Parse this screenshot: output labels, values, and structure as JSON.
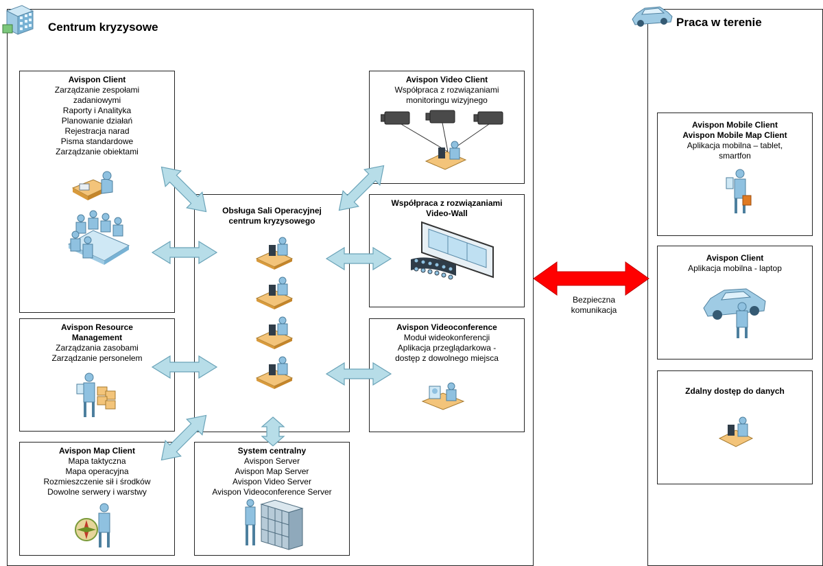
{
  "regions": {
    "centrum": {
      "title": "Centrum kryzysowe",
      "icon": "building-icon"
    },
    "teren": {
      "title": "Praca w terenie",
      "icon": "car-icon"
    }
  },
  "boxes": {
    "client": {
      "title": "Avispon Client",
      "lines": [
        "Zarządzanie zespołami",
        "zadaniowymi",
        "Raporty i Analityka",
        "Planowanie działań",
        "Rejestracja narad",
        "Pisma standardowe",
        "Zarządzanie obiektami"
      ]
    },
    "resource": {
      "title_lines": [
        "Avispon Resource",
        "Management"
      ],
      "lines": [
        "Zarządzania zasobami",
        "Zarządzanie personelem"
      ]
    },
    "map": {
      "title": "Avispon Map Client",
      "lines": [
        "Mapa taktyczna",
        "Mapa operacyjna",
        "Rozmieszczenie sił i środków",
        "Dowolne serwery i warstwy"
      ]
    },
    "center": {
      "title_lines": [
        "Obsługa Sali Operacyjnej",
        "centrum kryzysowego"
      ]
    },
    "system": {
      "title": "System centralny",
      "lines": [
        "Avispon Server",
        "Avispon Map Server",
        "Avispon Video Server",
        "Avispon Videoconference Server"
      ]
    },
    "video": {
      "title": "Avispon Video Client",
      "lines": [
        "Współpraca z rozwiązaniami",
        "monitoringu wizyjnego"
      ]
    },
    "wall": {
      "title_lines": [
        "Współpraca z rozwiązaniami",
        "Video-Wall"
      ]
    },
    "vconf": {
      "title": "Avispon Videoconference",
      "lines": [
        "Moduł wideokonferencji",
        "Aplikacja przeglądarkowa -",
        "dostęp z dowolnego miejsca"
      ]
    },
    "mobile": {
      "title_lines": [
        "Avispon Mobile Client",
        "Avispon Mobile Map Client"
      ],
      "lines": [
        "Aplikacja mobilna – tablet,",
        "smartfon"
      ]
    },
    "laptop": {
      "title": "Avispon Client",
      "lines": [
        "Aplikacja mobilna - laptop"
      ]
    },
    "remote": {
      "title": "Zdalny dostęp do danych"
    }
  },
  "connection": {
    "label_lines": [
      "Bezpieczna",
      "komunikacja"
    ],
    "color": "#ff0000"
  },
  "colors": {
    "arrow_fill": "#b7dde8",
    "arrow_stroke": "#6aa3b8",
    "person": "#8fc1e0",
    "desk": "#f0a840"
  },
  "icons": [
    "building-icon",
    "car-icon",
    "meeting-icon",
    "cameras-icon",
    "video-wall-icon",
    "operator-icon",
    "resources-icon",
    "compass-icon",
    "server-icon",
    "tablet-user-icon",
    "laptop-car-icon",
    "remote-user-icon",
    "videoconference-icon"
  ]
}
